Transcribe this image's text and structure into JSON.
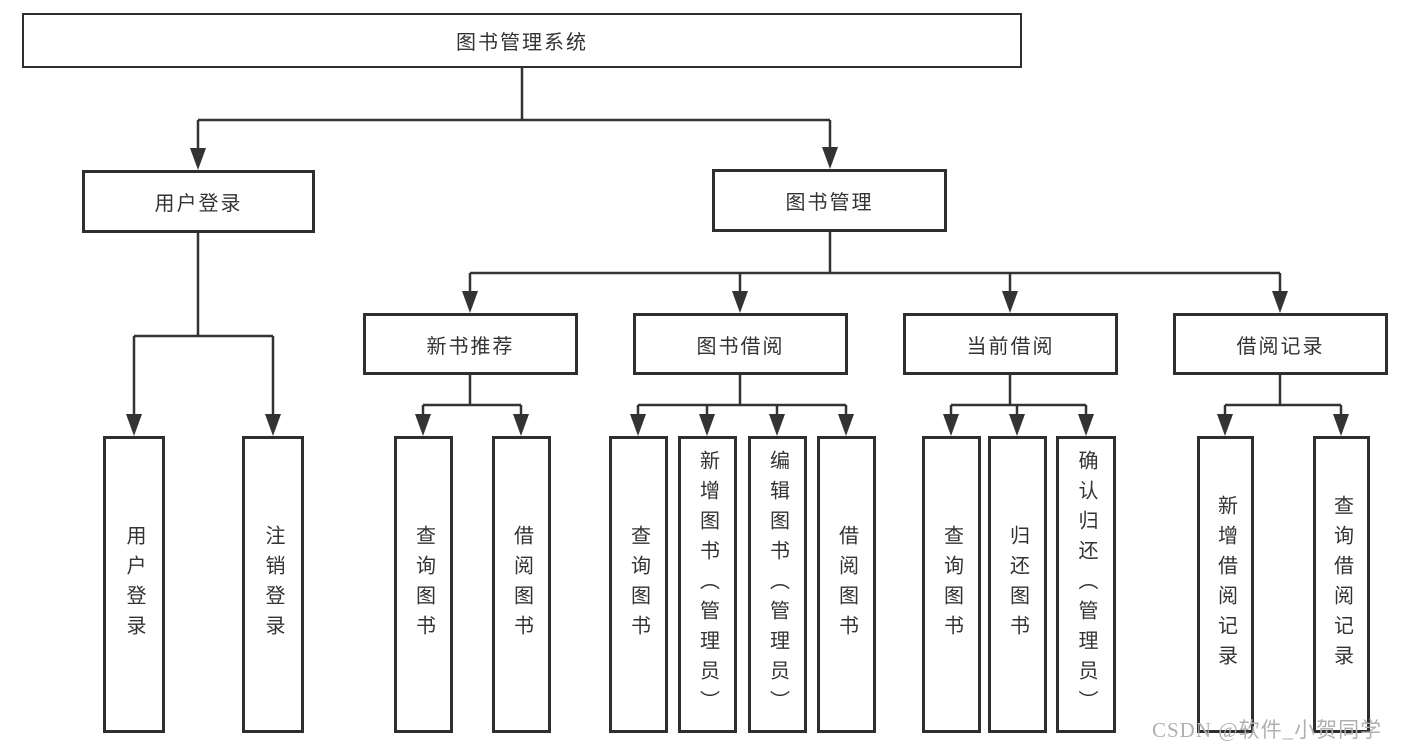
{
  "diagram": {
    "title": "图书管理系统",
    "root": {
      "label": "图书管理系统"
    },
    "branches": [
      {
        "label": "用户登录",
        "children": [
          {
            "label": "用户登录"
          },
          {
            "label": "注销登录"
          }
        ]
      },
      {
        "label": "图书管理",
        "children": [
          {
            "label": "新书推荐",
            "children": [
              {
                "label": "查询图书"
              },
              {
                "label": "借阅图书"
              }
            ]
          },
          {
            "label": "图书借阅",
            "children": [
              {
                "label": "查询图书"
              },
              {
                "label": "新增图书（管理员）"
              },
              {
                "label": "编辑图书（管理员）"
              },
              {
                "label": "借阅图书"
              }
            ]
          },
          {
            "label": "当前借阅",
            "children": [
              {
                "label": "查询图书"
              },
              {
                "label": "归还图书"
              },
              {
                "label": "确认归还（管理员）"
              }
            ]
          },
          {
            "label": "借阅记录",
            "children": [
              {
                "label": "新增借阅记录"
              },
              {
                "label": "查询借阅记录"
              }
            ]
          }
        ]
      }
    ],
    "watermark": "CSDN @软件_小贺同学",
    "colors": {
      "line": "#333333",
      "border": "#2e2e2e",
      "text": "#333333",
      "watermark": "#b0b0b0",
      "background": "#ffffff"
    }
  }
}
